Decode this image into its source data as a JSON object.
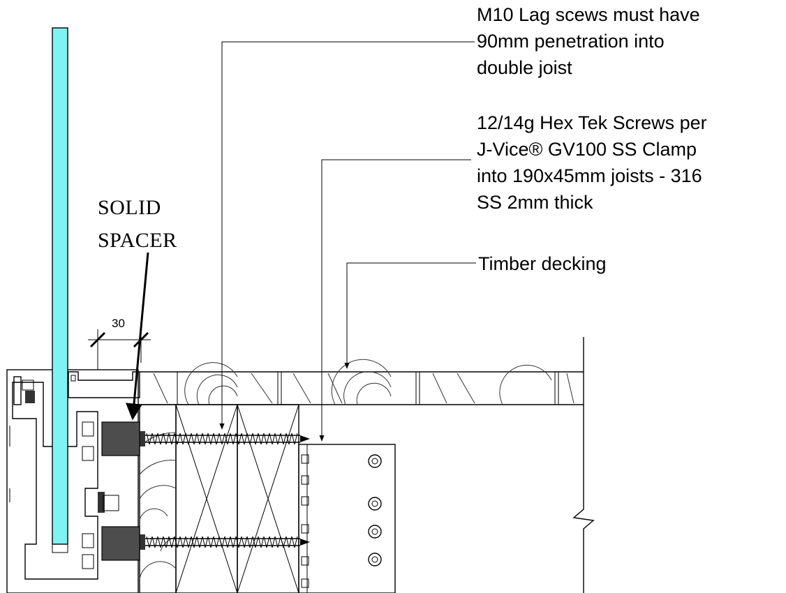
{
  "callouts": {
    "lag_screws": [
      "M10 Lag scews must have",
      "90mm penetration into",
      "double joist"
    ],
    "tek_screws": [
      "12/14g Hex Tek Screws per",
      "J-Vice® GV100 SS Clamp",
      "into 190x45mm joists - 316",
      "SS 2mm thick"
    ],
    "decking": [
      "Timber decking"
    ],
    "spacer": [
      "SOLID",
      "SPACER"
    ]
  },
  "dimension": {
    "value": "30"
  },
  "colors": {
    "glass": "#7ff3f3",
    "channel": "#bfbfbf",
    "spacer": "#4d4d4d",
    "line": "#000000"
  }
}
